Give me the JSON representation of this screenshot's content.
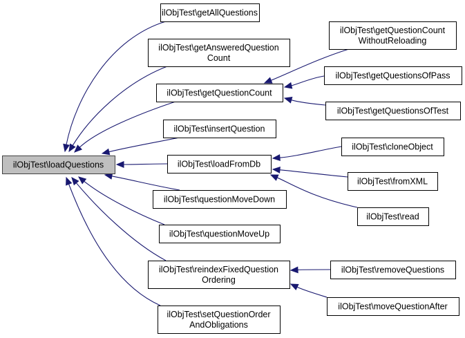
{
  "graph": {
    "type": "caller-graph",
    "edge_color": "#191970",
    "root_fill": "#bfbfbf",
    "nodes": [
      {
        "id": "loadQuestions",
        "lines": [
          "ilObjTest\\loadQuestions"
        ],
        "root": true
      },
      {
        "id": "getAllQuestions",
        "lines": [
          "ilObjTest\\getAllQuestions"
        ]
      },
      {
        "id": "getAnsweredQuestionCount",
        "lines": [
          "ilObjTest\\getAnsweredQuestion",
          "Count"
        ]
      },
      {
        "id": "getQuestionCount",
        "lines": [
          "ilObjTest\\getQuestionCount"
        ]
      },
      {
        "id": "insertQuestion",
        "lines": [
          "ilObjTest\\insertQuestion"
        ]
      },
      {
        "id": "loadFromDb",
        "lines": [
          "ilObjTest\\loadFromDb"
        ]
      },
      {
        "id": "questionMoveDown",
        "lines": [
          "ilObjTest\\questionMoveDown"
        ]
      },
      {
        "id": "questionMoveUp",
        "lines": [
          "ilObjTest\\questionMoveUp"
        ]
      },
      {
        "id": "reindexFixedQuestionOrdering",
        "lines": [
          "ilObjTest\\reindexFixedQuestion",
          "Ordering"
        ]
      },
      {
        "id": "setQuestionOrderAndObligations",
        "lines": [
          "ilObjTest\\setQuestionOrder",
          "AndObligations"
        ]
      },
      {
        "id": "getQuestionCountWithoutReloading",
        "lines": [
          "ilObjTest\\getQuestionCount",
          "WithoutReloading"
        ]
      },
      {
        "id": "getQuestionsOfPass",
        "lines": [
          "ilObjTest\\getQuestionsOfPass"
        ]
      },
      {
        "id": "getQuestionsOfTest",
        "lines": [
          "ilObjTest\\getQuestionsOfTest"
        ]
      },
      {
        "id": "cloneObject",
        "lines": [
          "ilObjTest\\cloneObject"
        ]
      },
      {
        "id": "fromXML",
        "lines": [
          "ilObjTest\\fromXML"
        ]
      },
      {
        "id": "read",
        "lines": [
          "ilObjTest\\read"
        ]
      },
      {
        "id": "removeQuestions",
        "lines": [
          "ilObjTest\\removeQuestions"
        ]
      },
      {
        "id": "moveQuestionAfter",
        "lines": [
          "ilObjTest\\moveQuestionAfter"
        ]
      }
    ],
    "edges": [
      {
        "from": "getAllQuestions",
        "to": "loadQuestions"
      },
      {
        "from": "getAnsweredQuestionCount",
        "to": "loadQuestions"
      },
      {
        "from": "getQuestionCount",
        "to": "loadQuestions"
      },
      {
        "from": "insertQuestion",
        "to": "loadQuestions"
      },
      {
        "from": "loadFromDb",
        "to": "loadQuestions"
      },
      {
        "from": "questionMoveDown",
        "to": "loadQuestions"
      },
      {
        "from": "questionMoveUp",
        "to": "loadQuestions"
      },
      {
        "from": "reindexFixedQuestionOrdering",
        "to": "loadQuestions"
      },
      {
        "from": "setQuestionOrderAndObligations",
        "to": "loadQuestions"
      },
      {
        "from": "getQuestionCountWithoutReloading",
        "to": "getQuestionCount"
      },
      {
        "from": "getQuestionsOfPass",
        "to": "getQuestionCount"
      },
      {
        "from": "getQuestionsOfTest",
        "to": "getQuestionCount"
      },
      {
        "from": "cloneObject",
        "to": "loadFromDb"
      },
      {
        "from": "fromXML",
        "to": "loadFromDb"
      },
      {
        "from": "read",
        "to": "loadFromDb"
      },
      {
        "from": "removeQuestions",
        "to": "reindexFixedQuestionOrdering"
      },
      {
        "from": "moveQuestionAfter",
        "to": "reindexFixedQuestionOrdering"
      }
    ]
  }
}
